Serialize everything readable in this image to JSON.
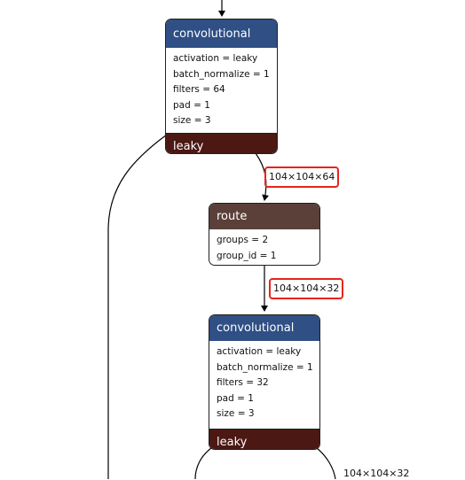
{
  "colors": {
    "convolutional": "#2f4f85",
    "route": "#5b4039",
    "activation": "#4b1814",
    "highlight": "#e8241a",
    "edge": "#000000"
  },
  "nodes": {
    "conv1": {
      "title": "convolutional",
      "attrs": [
        "activation = leaky",
        "batch_normalize = 1",
        "filters = 64",
        "pad = 1",
        "size = 3"
      ],
      "footer": "leaky"
    },
    "route": {
      "title": "route",
      "attrs": [
        "groups = 2",
        "group_id = 1"
      ]
    },
    "conv2": {
      "title": "convolutional",
      "attrs": [
        "activation = leaky",
        "batch_normalize = 1",
        "filters = 32",
        "pad = 1",
        "size = 3"
      ],
      "footer": "leaky"
    }
  },
  "edge_labels": {
    "conv1_to_route": "104×104×64",
    "route_to_conv2": "104×104×32",
    "conv2_out": "104×104×32"
  }
}
